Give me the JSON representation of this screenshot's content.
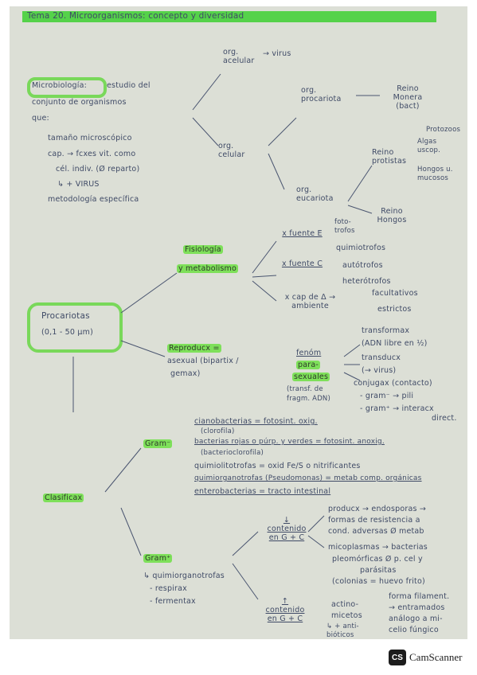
{
  "title": "Tema 20. Microorganismos: concepto y diversidad",
  "microbiologia": {
    "head": "Microbiología:",
    "def1": "estudio del",
    "def2": "conjunto de organismos",
    "def3": "que:",
    "b1": "tamaño microscópico",
    "b2": "cap. → fcxes vit. como",
    "b2b": "cél. indiv. (Ø reparto)",
    "b3": "↳ + VIRUS",
    "b4": "metodología específica"
  },
  "tree": {
    "acelular": "org. acelular",
    "virus": "→ virus",
    "celular": "org. celular",
    "procariota": "org. procariota",
    "monera": "Reino Monera (bact)",
    "eucariota": "org. eucariota",
    "protista": "Reino protistas",
    "protozoos": "Protozoos",
    "algas": "Algas uscop.",
    "hongos_uscop": "Hongos u. mucosos",
    "hongos": "Reino Hongos"
  },
  "fisiologia": {
    "head1": "Fisiología",
    "head2": "y metabolismo",
    "fuente_e": "x fuente E",
    "foto": "foto-",
    "trofos": "trofos",
    "quimiotrofos": "quimiotrofos",
    "fuente_c": "x fuente C",
    "autotrofos": "autótrofos",
    "heterotrofos": "heterótrofos",
    "cap_ambiente": "x cap de Δ → ambiente",
    "facultativos": "facultativos",
    "estrictos": "estrictos"
  },
  "procariotas": {
    "head": "Procariotas",
    "size": "(0,1 - 50 µm)"
  },
  "reproduccion": {
    "head": "Reproducx =",
    "asexual": "asexual (bipartix /",
    "gemax": "gemax)",
    "fenom": "fenóm",
    "para": "para-",
    "sexuales": "sexuales",
    "transf": "(transf. de",
    "fragm": "fragm. ADN)",
    "transformax": "transformax",
    "adn_libre": "(ADN libre en ½)",
    "transducx": "transducx",
    "virus": "(→ virus)",
    "conjugax": "conjugax (contacto)",
    "gram_neg": "- gram⁻ → pili",
    "gram_pos": "- gram⁺ → interacx",
    "directa": "direct."
  },
  "clasificax": {
    "head": "Clasificax",
    "gram_neg_head": "Gram⁻",
    "cianobacterias": "cianobacterias = fotosint. oxig.",
    "clorofila": "(clorofila)",
    "rojas_verdes": "bacterias rojas o púrp. y verdes = fotosint. anoxig.",
    "bacterioclorofila": "(bacterioclorofila)",
    "quimiolitotrofas": "quimiolitotrofas = oxid Fe/S o nitrificantes",
    "quimiorganotrofas": "quimiorganotrofas (Pseudomonas) = metab comp. orgánicas",
    "enterobacterias": "enterobacterias = tracto intestinal",
    "gram_pos_head": "Gram⁺",
    "quimiorg2": "↳ quimiorganotrofas",
    "respirax": "- respirax",
    "fermentax": "- fermentax",
    "bajo_gc": "↓ contenido en G + C",
    "producx": "producx → endosporas →",
    "formas": "formas de resistencia a",
    "cond": "cond. adversas Ø metab",
    "micoplasmas": "micoplasmas → bacterias",
    "pleomorficas": "pleomórficas Ø p. cel y",
    "parasitas": "parásitas",
    "colonias": "(colonias = huevo frito)",
    "alto_gc": "↑ contenido en G + C",
    "actino": "actino-",
    "micetos": "micetos",
    "antibioticos": "↳ + anti-bióticos",
    "forma_fil": "forma filament.",
    "entramados": "→ entramados",
    "analogo": "análogo a mi-",
    "celio": "celio fúngico"
  },
  "footer": {
    "logo": "CS",
    "brand": "CamScanner"
  }
}
